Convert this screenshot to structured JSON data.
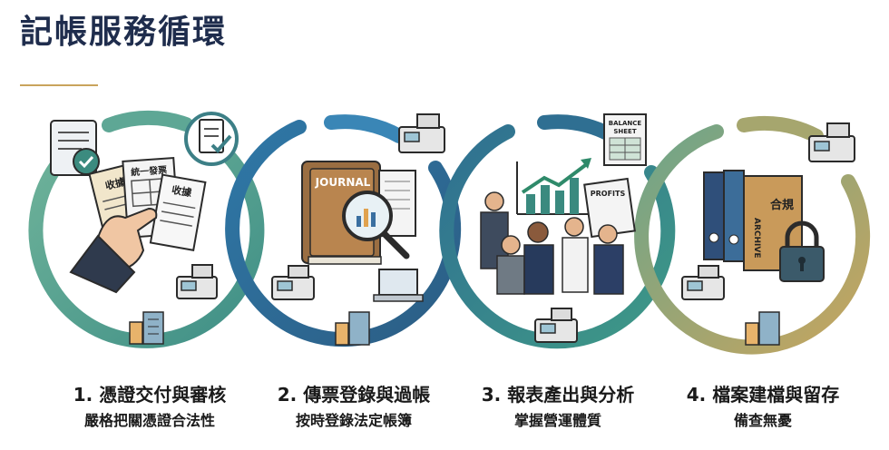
{
  "header": {
    "title": "記帳服務循環"
  },
  "art": {
    "receipt1": "收據",
    "invoice": "統一發票",
    "receipt2": "收據",
    "journal": "JOURNAL",
    "balance_sheet_1": "BALANCE",
    "balance_sheet_2": "SHEET",
    "profits": "PROFITS",
    "archive": "ARCHIVE",
    "compliance": "合規"
  },
  "steps": [
    {
      "title": "1. 憑證交付與審核",
      "subtitle": "嚴格把關憑證合法性"
    },
    {
      "title": "2. 傳票登錄與過帳",
      "subtitle": "按時登錄法定帳簿"
    },
    {
      "title": "3. 報表產出與分析",
      "subtitle": "掌握營運體質"
    },
    {
      "title": "4. 檔案建檔與留存",
      "subtitle": "備查無憂"
    }
  ]
}
